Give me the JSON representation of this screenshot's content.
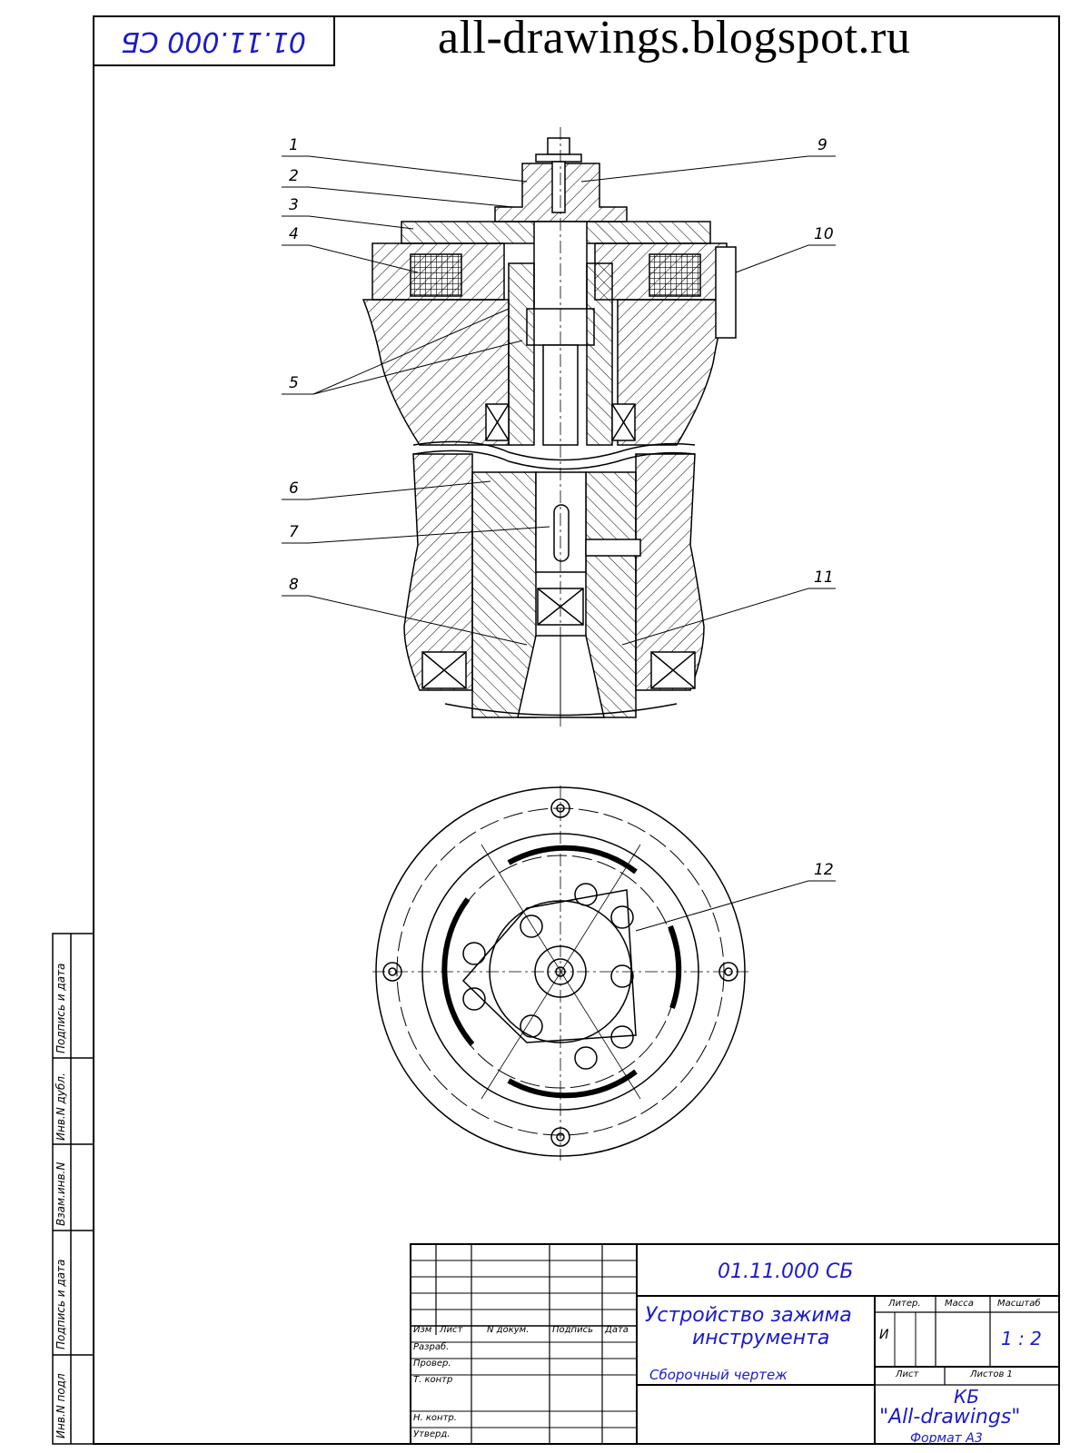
{
  "header": {
    "site": "all-drawings.blogspot.ru",
    "code_mirrored": "01.11.000 СБ"
  },
  "side_strip": {
    "labels": [
      "Инв.N подл",
      "Подпись и дата",
      "Взам.инв.N",
      "Инв.N дубл.",
      "Подпись и дата"
    ]
  },
  "callouts": [
    "1",
    "2",
    "3",
    "4",
    "5",
    "6",
    "7",
    "8",
    "9",
    "10",
    "11",
    "12"
  ],
  "title_block": {
    "doc_code": "01.11.000 СБ",
    "title_line1": "Устройство зажима",
    "title_line2": "инструмента",
    "subtitle": "Сборочный чертеж",
    "col_izm": "Изм",
    "col_list": "Лист",
    "col_ndoc": "N докум.",
    "col_podpis": "Подпись",
    "col_data": "Дата",
    "row_razrab": "Разраб.",
    "row_prover": "Провер.",
    "row_tkontr": "Т. контр",
    "row_nkontr": "Н. контр.",
    "row_utverd": "Утверд.",
    "liter_label": "Литер.",
    "massa_label": "Масса",
    "masshtab_label": "Масштаб",
    "liter_value": "И",
    "scale_value": "1 : 2",
    "sheet_label": "Лист",
    "sheets_label": "Листов 1",
    "org_line1": "КБ",
    "org_line2": "\"All-drawings\"",
    "format": "Формат А3"
  },
  "colors": {
    "ink": "#000000",
    "blue_text": "#1a1acc"
  }
}
